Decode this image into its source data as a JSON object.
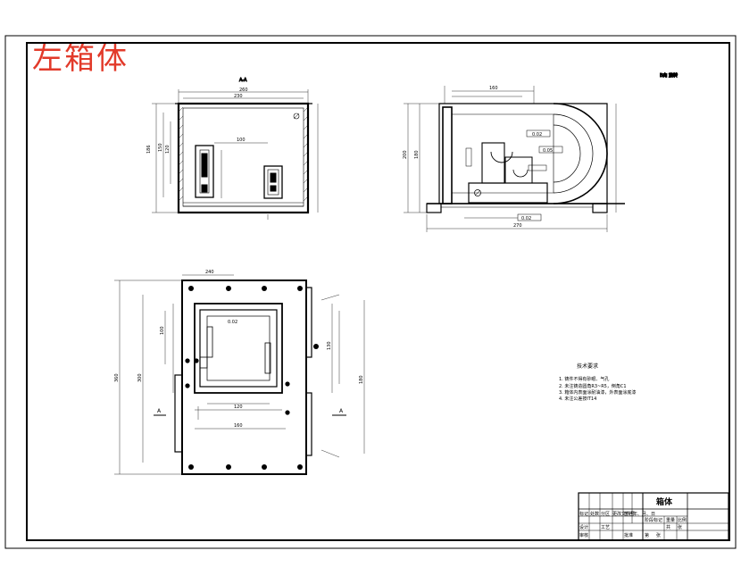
{
  "stamp": "左箱体",
  "view_a_label": "A-A",
  "view_b_label": "B向 旋转",
  "title_block": {
    "part_name": "箱体",
    "cells": [
      "标记",
      "处数",
      "分区",
      "更改文件号",
      "签名",
      "年、月、日",
      "设计",
      "审核",
      "工艺",
      "阶段标记",
      "重量",
      "比例",
      "共",
      "张",
      "第",
      "张",
      "批准"
    ]
  },
  "tech_notes": {
    "heading": "技术要求",
    "items": [
      "1. 铸件不得有砂眼、气孔",
      "2. 未注铸造圆角R3~R5，倒角C1",
      "3. 箱体内表面涂耐油漆，外表面涂底漆",
      "4. 未注公差按IT14"
    ]
  },
  "dimensions": {
    "front_width": "260",
    "front_inner": "230",
    "front_height": "186",
    "front_h2": "150",
    "front_h3": "120",
    "front_mid": "100",
    "side_width": "270",
    "side_top": "160",
    "side_h": "200",
    "side_h2": "180",
    "plan_width": "240",
    "plan_height": "360",
    "plan_inner": "300",
    "plan_w2": "160",
    "plan_w3": "120",
    "plan_h2": "180",
    "plan_h3": "130",
    "plan_a": "100",
    "tol1": "0.02",
    "tol2": "0.05"
  }
}
